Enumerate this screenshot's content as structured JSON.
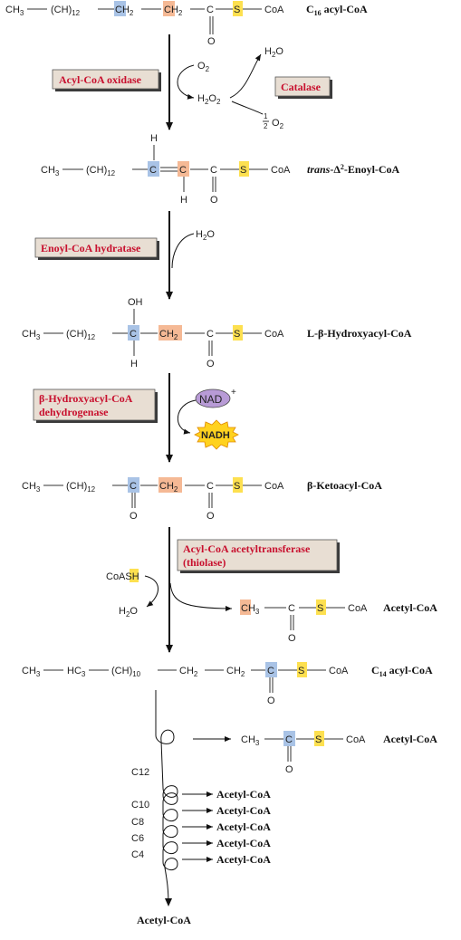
{
  "enzymes": {
    "acyl_coa_oxidase": "Acyl-CoA oxidase",
    "catalase": "Catalase",
    "enoyl_coa_hydratase": "Enoyl-CoA hydratase",
    "hydroxyacyl_dehydrogenase_line1": "β-Hydroxyacyl-CoA",
    "hydroxyacyl_dehydrogenase_line2": "dehydrogenase",
    "thiolase_line1": "Acyl-CoA acetyltransferase",
    "thiolase_line2": "(thiolase)"
  },
  "compounds": {
    "c16_acyl_coa": "acyl-CoA",
    "c16_prefix": "C",
    "c16_sub": "16",
    "trans_enoyl_italic": "trans",
    "trans_enoyl_rest": "-Δ",
    "trans_enoyl_sup": "2",
    "trans_enoyl_tail": "-Enoyl-CoA",
    "hydroxyacyl": "L-β-Hydroxyacyl-CoA",
    "ketoacyl": "β-Ketoacyl-CoA",
    "acetyl_coa": "Acetyl-CoA",
    "c14_prefix": "C",
    "c14_sub": "14",
    "c14_rest": "acyl-CoA"
  },
  "reagents": {
    "o2": "O",
    "o2_sub": "2",
    "h2o2": "H",
    "h2o": "H",
    "h2o_o": "O",
    "half": "1",
    "half_den": "2",
    "nad": "NAD",
    "nad_sup": "+",
    "nadh": "NADH",
    "coash": "CoA",
    "coash_s": "S",
    "coash_h": "H"
  },
  "atoms": {
    "ch3": "CH",
    "ch2": "CH",
    "hc3": "HC",
    "c": "C",
    "s": "S",
    "coa": "CoA",
    "o": "O",
    "h": "H",
    "oh": "OH",
    "n12": "12",
    "n10": "10",
    "n3": "3",
    "n2": "2"
  },
  "spiral_labels": [
    "C12",
    "C10",
    "C8",
    "C6",
    "C4"
  ],
  "spiral_products": [
    "Acetyl-CoA",
    "Acetyl-CoA",
    "Acetyl-CoA",
    "Acetyl-CoA",
    "Acetyl-CoA"
  ],
  "colors": {
    "blue_highlight": "#a9c3e6",
    "orange_highlight": "#f5b995",
    "yellow_highlight": "#fde050",
    "enzyme_box": "#e8ded3",
    "enzyme_text": "#c8102e",
    "nad_fill": "#b89bd6",
    "nadh_fill": "#ffd21f"
  }
}
